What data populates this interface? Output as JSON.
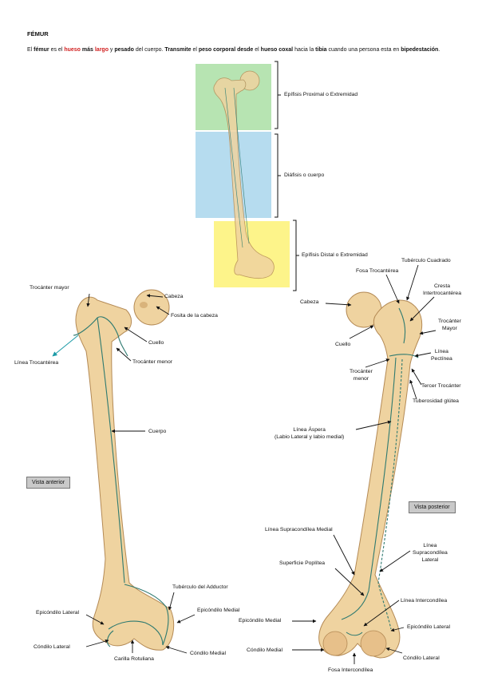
{
  "title": "FÉMUR",
  "intro": {
    "s1": "El ",
    "s2": "fémur",
    "s3": " es el ",
    "s4": "hueso",
    "s5": " ",
    "s6": "más",
    "s7": " ",
    "s8": "largo",
    "s9": " y ",
    "s10": "pesado",
    "s11": " del cuerpo. ",
    "s12": "Transmite",
    "s13": " el ",
    "s14": "peso corporal",
    "s15": " ",
    "s16": "desde",
    "s17": " el ",
    "s18": "hueso coxal",
    "s19": " hacia la ",
    "s20": "tibia",
    "s21": " cuando una persona esta en ",
    "s22": "bipedestación",
    "s23": "."
  },
  "regions": {
    "proximal": "Epífisis Proximal o Extremidad",
    "diaphysis": "Diáfisis o cuerpo",
    "distal": "Epífisis Distal o Extremidad"
  },
  "colors": {
    "proximal": "#b7e4b2",
    "diaphysis": "#b6dcef",
    "distal": "#fdf48a",
    "bone": "#efd3a0",
    "bone_shade": "#c99e62",
    "outline": "#2e7a70",
    "red": "#d11f1f"
  },
  "anterior": {
    "view": "Vista anterior",
    "trochanter_major": "Trocánter mayor",
    "head": "Cabeza",
    "fovea": "Fosita de la cabeza",
    "neck": "Cuello",
    "intertrochanteric_line": "Línea Trocantérea",
    "trochanter_minor": "Trocánter menor",
    "body": "Cuerpo",
    "adductor_tubercle": "Tubérculo del Adductor",
    "lateral_epicondyle": "Epicóndilo Lateral",
    "medial_epicondyle": "Epicóndilo Medial",
    "lateral_condyle": "Cóndilo Lateral",
    "patellar_surface": "Carilla Rotuliana",
    "medial_condyle": "Cóndilo Medial"
  },
  "posterior": {
    "view": "Vista posterior",
    "quadrate_tubercle": "Tubérculo Cuadrado",
    "trochanteric_fossa": "Fosa Trocantérea",
    "crest_line1": "Cresta",
    "crest_line2": "Intertrocantérea",
    "head": "Cabeza",
    "major_line1": "Trocánter",
    "major_line2": "Mayor",
    "neck": "Cuello",
    "pectineal_line1": "Línea",
    "pectineal_line2": "Pectínea",
    "minor_line1": "Trocánter",
    "minor_line2": "menor",
    "third_trochanter": "Tercer Trocánter",
    "gluteal_tuberosity": "Tuberosidad glútea",
    "aspera_line1": "Línea Áspera",
    "aspera_line2": "(Labio Lateral y labio medial)",
    "medial_supracondylar": "Línea Supracondílea Medial",
    "lateral_supra_line1": "Línea",
    "lateral_supra_line2": "Supracondílea",
    "lateral_supra_line3": "Lateral",
    "popliteal_surface": "Superficie Poplítea",
    "intercondylar_line": "Línea Intercondílea",
    "medial_epicondyle": "Epicóndilo Medial",
    "lateral_epicondyle": "Epicóndilo Lateral",
    "medial_condyle": "Cóndilo Medial",
    "lateral_condyle": "Cóndilo Lateral",
    "intercondylar_fossa": "Fosa Intercondílea"
  }
}
